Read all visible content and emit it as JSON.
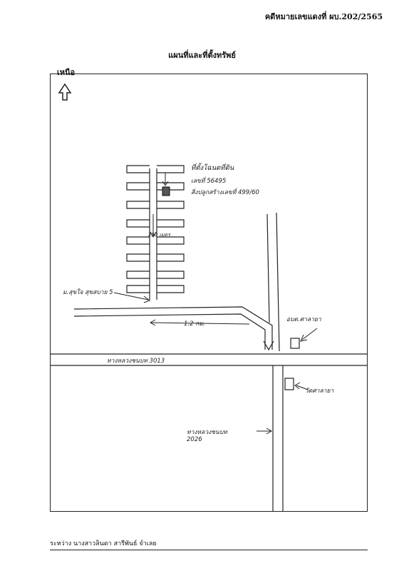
{
  "header": {
    "case_number": "คดีหมายเลขแดงที่ ผบ.202/2565",
    "map_title": "แผนที่และที่ตั้งทรัพย์",
    "north_label": "เหนือ"
  },
  "annotations": {
    "property_location": "ที่ตั้งโฉนดที่ดิน",
    "deed_number": "เลขที่ 56495",
    "building_info": "สิ่งปลูกสร้างเลขที่ 499/60",
    "distance_250m": "250 เมตร",
    "village_name": "ม.สุขใจ สุขสบาย 5",
    "distance_1_2km": "1.2 กม.",
    "district_office": "อบต.ศาลายา",
    "highway_3013": "ทางหลวงชนบท 3013",
    "temple": "วัดศาลายา",
    "highway_2026_line1": "ทางหลวงชนบท",
    "highway_2026_line2": "2026"
  },
  "footer": {
    "text": "ระหว่าง นางสาวลินดา สารีพันธ์ จำเลย"
  }
}
